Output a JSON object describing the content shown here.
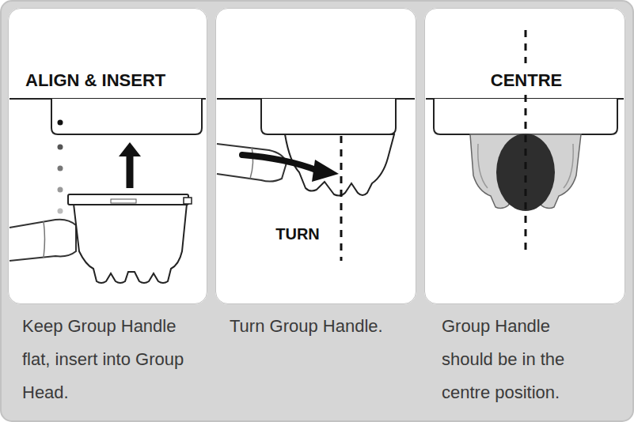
{
  "diagram": {
    "nodes": [
      {
        "text": [
          "ALIGN & INSERT"
        ]
      },
      {
        "text": [
          "TURN"
        ]
      },
      {
        "text": [
          "CENTRE"
        ]
      }
    ],
    "labels": [
      "Keep Group Handle flat, insert into Group Head.",
      "Turn Group Handle.",
      "Group Handle should be in the centre position."
    ]
  }
}
